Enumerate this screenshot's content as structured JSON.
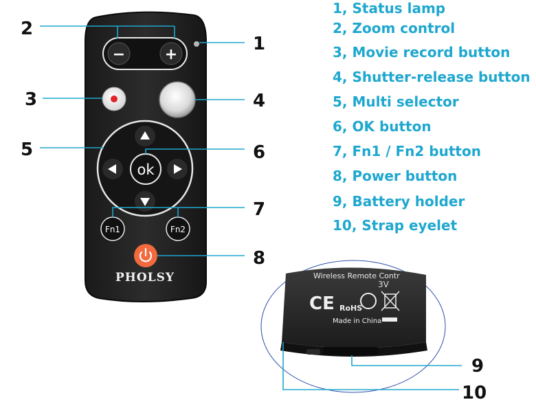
{
  "legend": [
    "1, Status lamp",
    "2, Zoom control",
    "3, Movie record button",
    "4, Shutter-release button",
    "5, Multi selector",
    "6, OK button",
    "7, Fn1 / Fn2 button",
    "8, Power button",
    "9, Battery holder",
    "10, Strap eyelet"
  ],
  "callouts": [
    "1",
    "2",
    "3",
    "4",
    "5",
    "6",
    "7",
    "8",
    "9",
    "10"
  ],
  "remote": {
    "zoom_out": "−",
    "zoom_in": "+",
    "ok": "ok",
    "fn1": "Fn1",
    "fn2": "Fn2",
    "brand": "PHOLSY"
  },
  "back": {
    "label": "Wireless Remote Contr",
    "voltage": "3V",
    "marks": "CE",
    "rohs": "RoHS",
    "origin": "Made in China"
  },
  "colors": {
    "accent": "#1ea7cf",
    "record": "#e0242b",
    "power": "#f26a3d"
  }
}
